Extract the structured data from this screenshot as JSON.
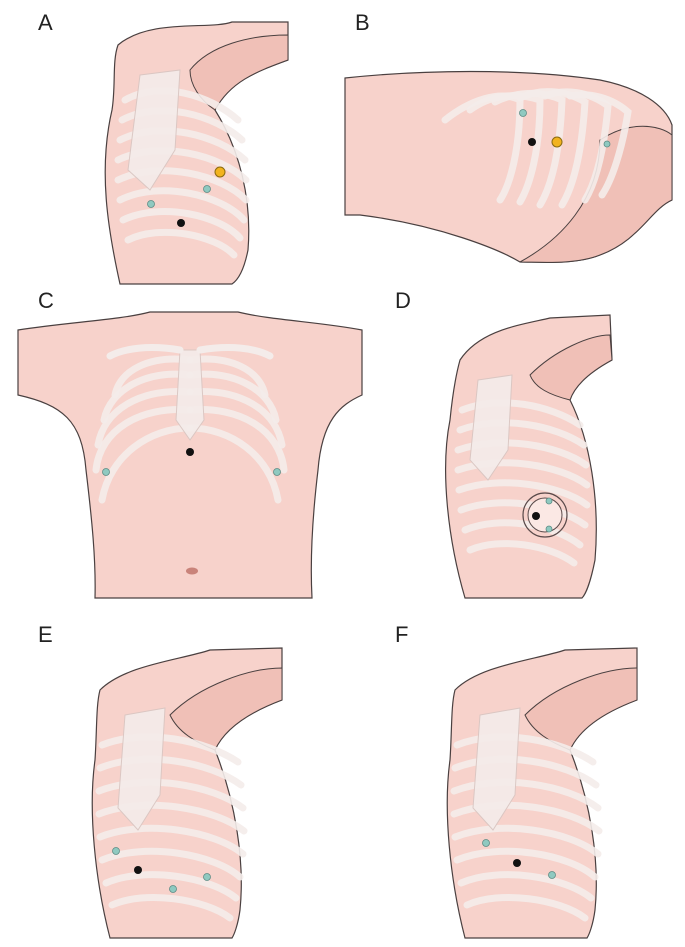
{
  "panels": [
    {
      "id": "A",
      "label": "A"
    },
    {
      "id": "B",
      "label": "B"
    },
    {
      "id": "C",
      "label": "C"
    },
    {
      "id": "D",
      "label": "D"
    },
    {
      "id": "E",
      "label": "E"
    },
    {
      "id": "F",
      "label": "F"
    }
  ],
  "colors": {
    "skin": "#f7d2cb",
    "skin_dark": "#e8aea5",
    "outline": "#4a4040",
    "bone": "#f4ecea",
    "bone_edge": "#d9c6c2",
    "marker_black": "#111111",
    "marker_teal": "#8fc9c0",
    "marker_yellow": "#f2b31e",
    "navel": "#c9837a"
  },
  "markers": {
    "A": [
      "yellow",
      "teal",
      "teal",
      "black"
    ],
    "B": [
      "teal",
      "black",
      "yellow",
      "teal"
    ],
    "C": [
      "black",
      "teal",
      "teal"
    ],
    "D": [
      "teal",
      "black",
      "teal"
    ],
    "E": [
      "teal",
      "black",
      "teal",
      "teal"
    ],
    "F": [
      "teal",
      "black",
      "teal"
    ]
  }
}
